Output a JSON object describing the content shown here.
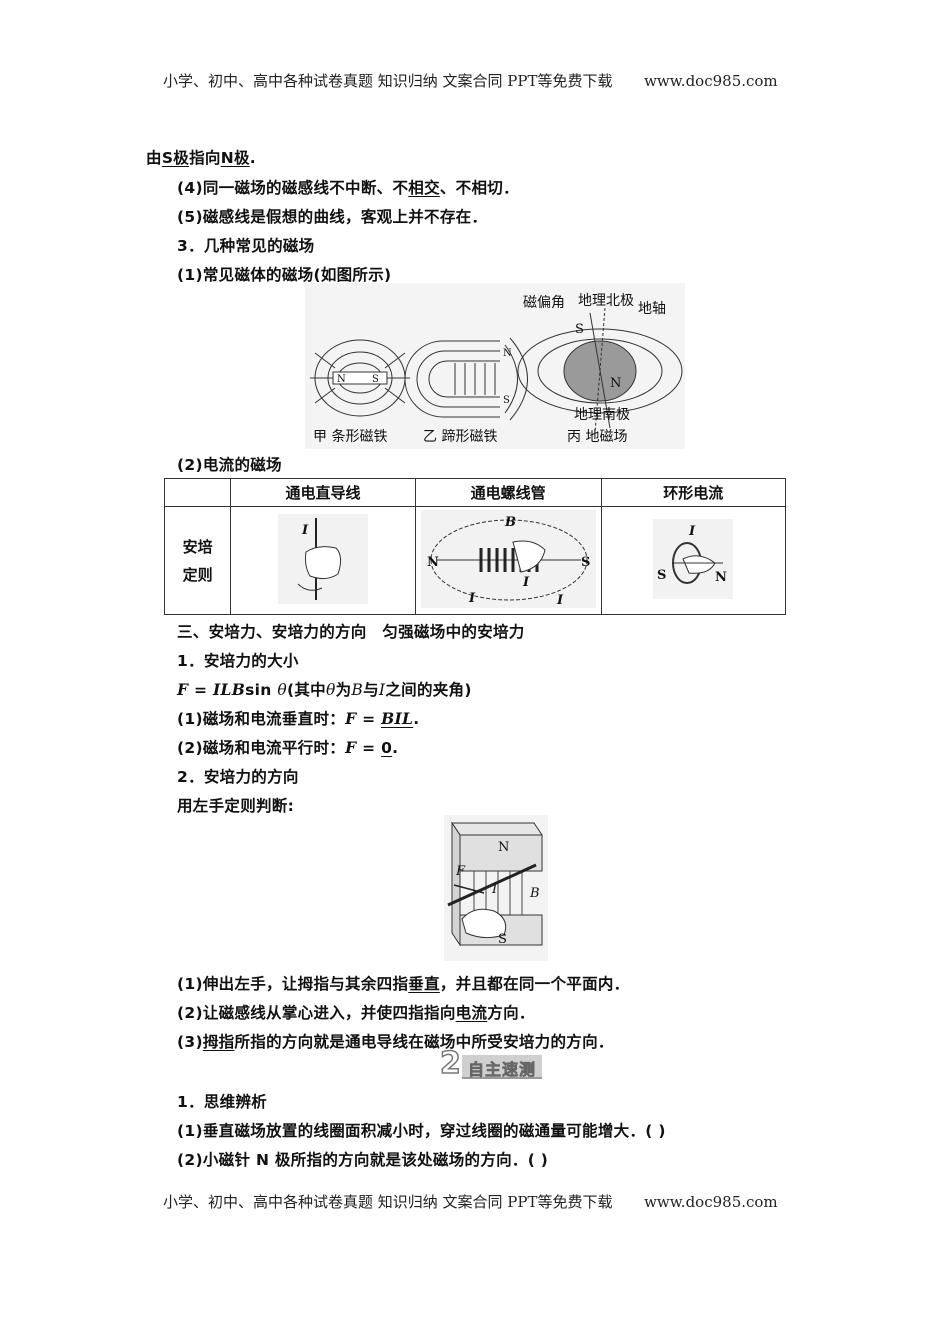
{
  "header": {
    "text": "小学、初中、高中各种试卷真题  知识归纳  文案合同  PPT等免费下载",
    "site": "www.doc985.com"
  },
  "footer": {
    "text": "小学、初中、高中各种试卷真题  知识归纳  文案合同  PPT等免费下载",
    "site": "www.doc985.com"
  },
  "body": {
    "l1_a": "由",
    "l1_b": "S极",
    "l1_c": "指向",
    "l1_d": "N极",
    "l1_e": ".",
    "l2_a": "(4)同一磁场的磁感线不中断、不",
    "l2_b": "相交",
    "l2_c": "、不相切．",
    "l3": "(5)磁感线是假想的曲线，客观上并不存在．",
    "l4": "3．几种常见的磁场",
    "l5": "(1)常见磁体的磁场(如图所示)",
    "fig1_labels": {
      "declination": "磁偏角",
      "geo_north": "地理北极",
      "axis": "地轴",
      "geo_south": "地理南极",
      "S": "S",
      "N": "N",
      "cap_a": "甲  条形磁铁",
      "cap_b": "乙  蹄形磁铁",
      "cap_c": "丙  地磁场"
    },
    "l6": "(2)电流的磁场",
    "table": {
      "headers": [
        "",
        "通电直导线",
        "通电螺线管",
        "环形电流"
      ],
      "row_label_1": "安培",
      "row_label_2": "定则"
    },
    "fig_labels": {
      "I": "I",
      "B": "B",
      "N": "N",
      "S": "S",
      "F": "F"
    },
    "l7": "三、安培力、安培力的方向　匀强磁场中的安培力",
    "l8": "1．安培力的大小",
    "l9_a": "F",
    "l9_b": " = ",
    "l9_c": "ILB",
    "l9_d": "sin ",
    "l9_e": "θ",
    "l9_f": "(其中",
    "l9_g": "θ",
    "l9_h": "为",
    "l9_i": "B",
    "l9_j": "与",
    "l9_k": "I",
    "l9_l": "之间的夹角)",
    "l10_a": "(1)磁场和电流垂直时：",
    "l10_b": "F",
    "l10_c": " = ",
    "l10_d": "BIL",
    "l10_e": ".",
    "l11_a": "(2)磁场和电流平行时：",
    "l11_b": "F",
    "l11_c": " = ",
    "l11_d": "0",
    "l11_e": ".",
    "l12": "2．安培力的方向",
    "l13": "用左手定则判断:",
    "l14_a": "(1)伸出左手，让拇指与其余四指",
    "l14_b": "垂直",
    "l14_c": "，并且都在同一个平面内．",
    "l15_a": "(2)让磁感线从掌心进入，并使四指指向",
    "l15_b": "电流",
    "l15_c": "方向．",
    "l16_a": "(3)",
    "l16_b": "拇指",
    "l16_c": "所指的方向就是通电导线在磁场中所受安培力的方向．",
    "badge_num": "2",
    "badge_text": "自主速测",
    "l17": "1．思维辨析",
    "l18": "(1)垂直磁场放置的线圈面积减小时，穿过线圈的磁通量可能增大．(  )",
    "l19": "(2)小磁针 N 极所指的方向就是该处磁场的方向．(  )"
  }
}
